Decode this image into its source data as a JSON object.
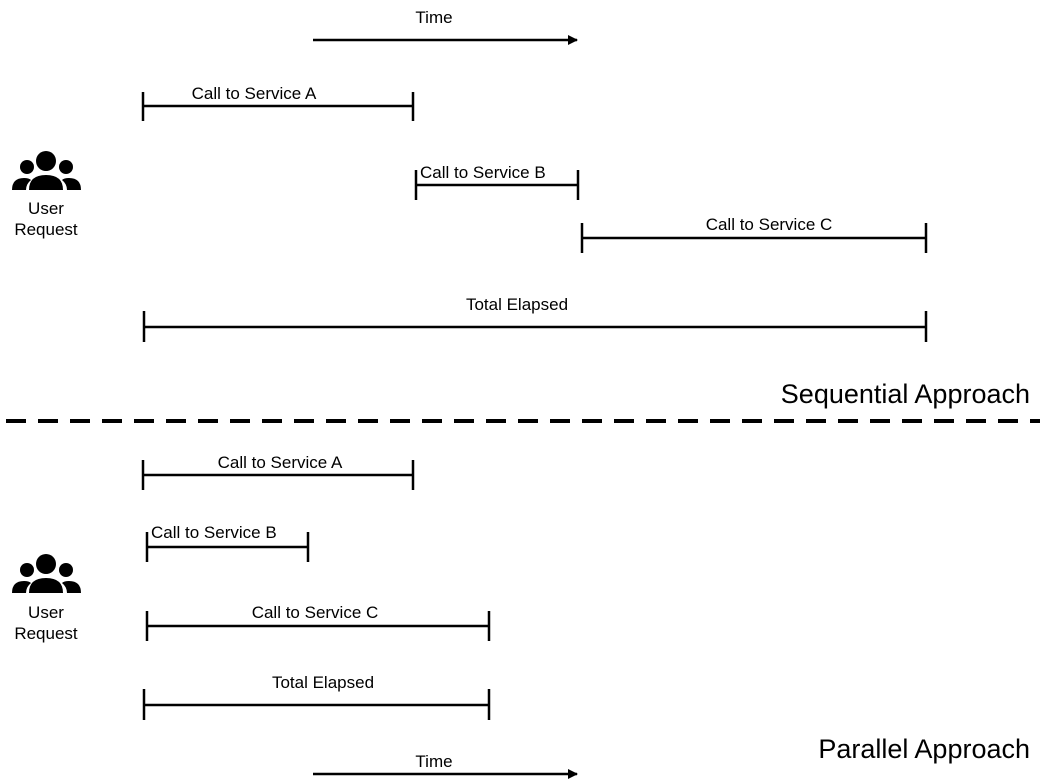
{
  "sequential": {
    "time_label": "Time",
    "user": {
      "line1": "User",
      "line2": "Request",
      "icon": "users-group-icon"
    },
    "bars": [
      {
        "label": "Call to Service A"
      },
      {
        "label": "Call to Service B"
      },
      {
        "label": "Call to Service C"
      },
      {
        "label": "Total Elapsed"
      }
    ],
    "title": "Sequential Approach"
  },
  "parallel": {
    "user": {
      "line1": "User",
      "line2": "Request",
      "icon": "users-group-icon"
    },
    "bars": [
      {
        "label": "Call to Service A"
      },
      {
        "label": "Call to Service B"
      },
      {
        "label": "Call to Service C"
      },
      {
        "label": "Total Elapsed"
      }
    ],
    "title": "Parallel Approach",
    "time_label": "Time"
  }
}
